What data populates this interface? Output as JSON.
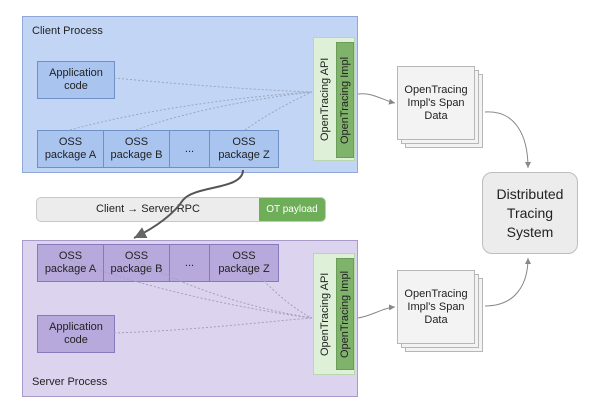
{
  "client": {
    "title": "Client Process",
    "app_label_line1": "Application",
    "app_label_line2": "code",
    "packages": [
      {
        "line1": "OSS",
        "line2": "package A"
      },
      {
        "line1": "OSS",
        "line2": "package B"
      },
      {
        "line1": "...",
        "line2": ""
      },
      {
        "line1": "OSS",
        "line2": "package Z"
      }
    ],
    "api_label": "OpenTracing API",
    "impl_label": "OpenTracing Impl"
  },
  "server": {
    "title": "Server Process",
    "app_label_line1": "Application",
    "app_label_line2": "code",
    "packages": [
      {
        "line1": "OSS",
        "line2": "package A"
      },
      {
        "line1": "OSS",
        "line2": "package B"
      },
      {
        "line1": "...",
        "line2": ""
      },
      {
        "line1": "OSS",
        "line2": "package Z"
      }
    ],
    "api_label": "OpenTracing API",
    "impl_label": "OpenTracing Impl"
  },
  "rpc": {
    "label": "Client → Server RPC",
    "payload_label": "OT payload"
  },
  "span_data_top": {
    "line1": "OpenTracing",
    "line2": "Impl's Span",
    "line3": "Data"
  },
  "span_data_bottom": {
    "line1": "OpenTracing",
    "line2": "Impl's Span",
    "line3": "Data"
  },
  "tracing_system": {
    "line1": "Distributed",
    "line2": "Tracing",
    "line3": "System"
  },
  "colors": {
    "client_bg": "#c3d5f4",
    "server_bg": "#dcd3ee",
    "client_box": "#a8c4ef",
    "server_box": "#b8a9dc",
    "api_bg": "#dff0d8",
    "impl_bg": "#7fb36b",
    "payload_bg": "#6fae58"
  }
}
